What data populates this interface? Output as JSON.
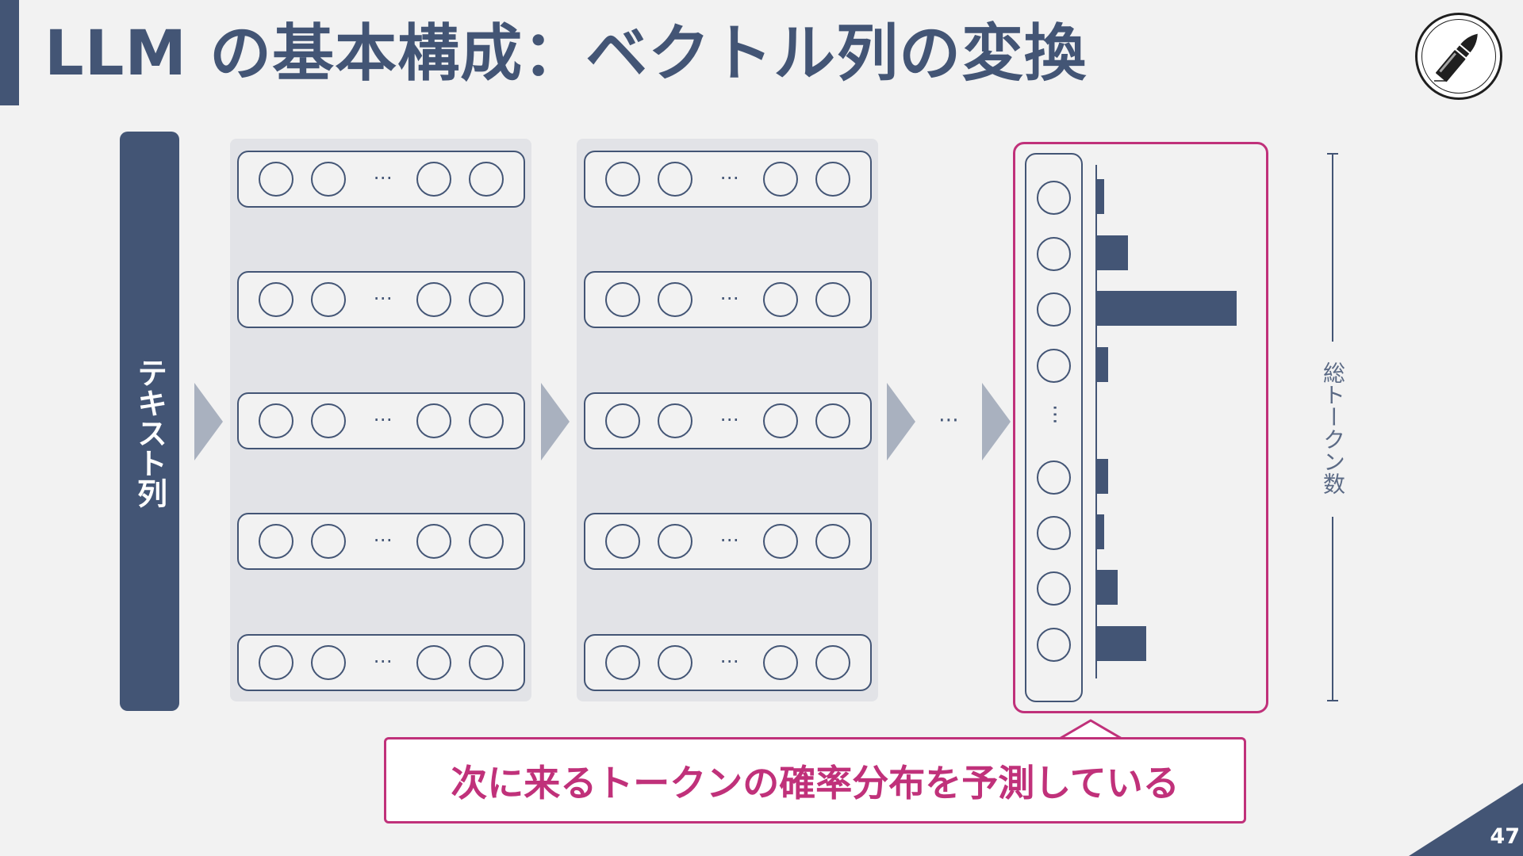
{
  "title": "LLM の基本構成：ベクトル列の変換",
  "text_sequence_label": "テキスト列",
  "vector_row_dots": "⋯",
  "layer_gap_dots": "⋯",
  "output_vector_dots": "⋯",
  "total_tokens_label": "総トークン数",
  "callout_text": "次に来るトークンの確率分布を予測している",
  "page_number": "47",
  "logo_icon": "bullet-icon",
  "colors": {
    "primary": "#435575",
    "accent": "#c0317a",
    "panel": "#e2e3e7",
    "arrow": "#a9b1bf",
    "background": "#f2f2f2"
  },
  "probability_distribution": [
    0.05,
    0.22,
    1.0,
    0.08,
    0.08,
    0.05,
    0.15,
    0.35
  ]
}
